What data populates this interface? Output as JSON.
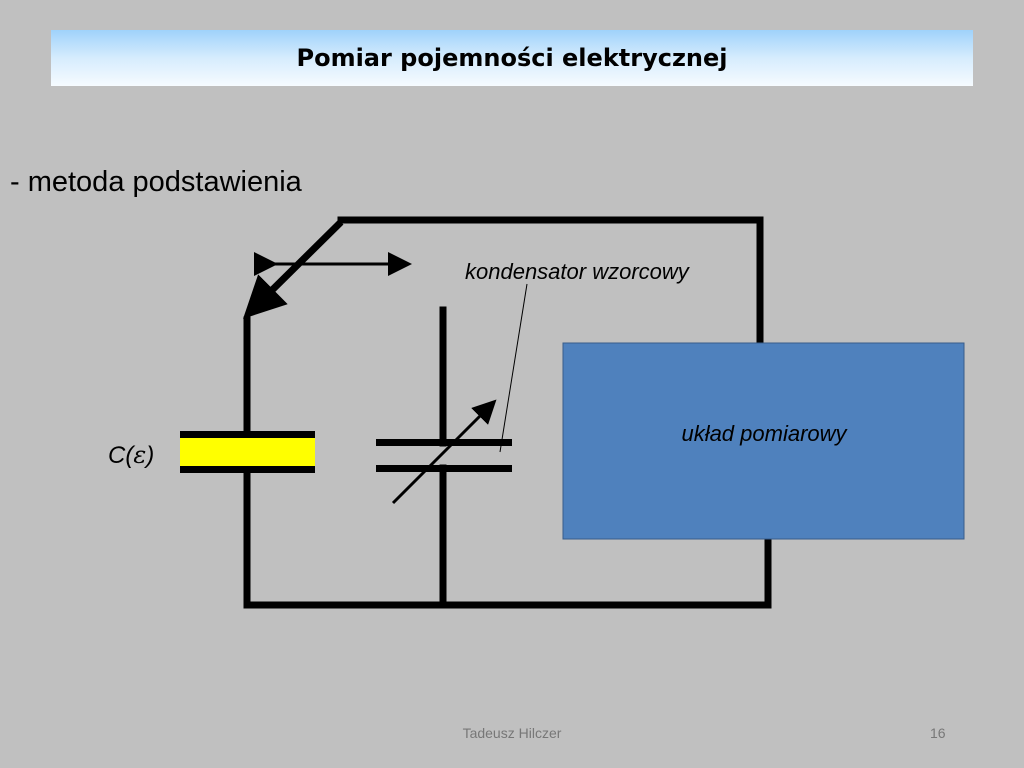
{
  "slide": {
    "title": "Pomiar pojemności elektrycznej",
    "subtitle": "- metoda podstawienia",
    "footer_author": "Tadeusz Hilczer",
    "page_number": "16"
  },
  "diagram": {
    "reference_capacitor_label": "kondensator wzorcowy",
    "measurement_box_label": "układ pomiarowy",
    "capacitor_label_main": "C(",
    "capacitor_label_symbol": "ε",
    "capacitor_label_close": ")",
    "colors": {
      "wire": "#000000",
      "dielectric": "#ffff00",
      "measurement_box": "#4f81bd",
      "measurement_box_border": "#385d8a"
    }
  }
}
